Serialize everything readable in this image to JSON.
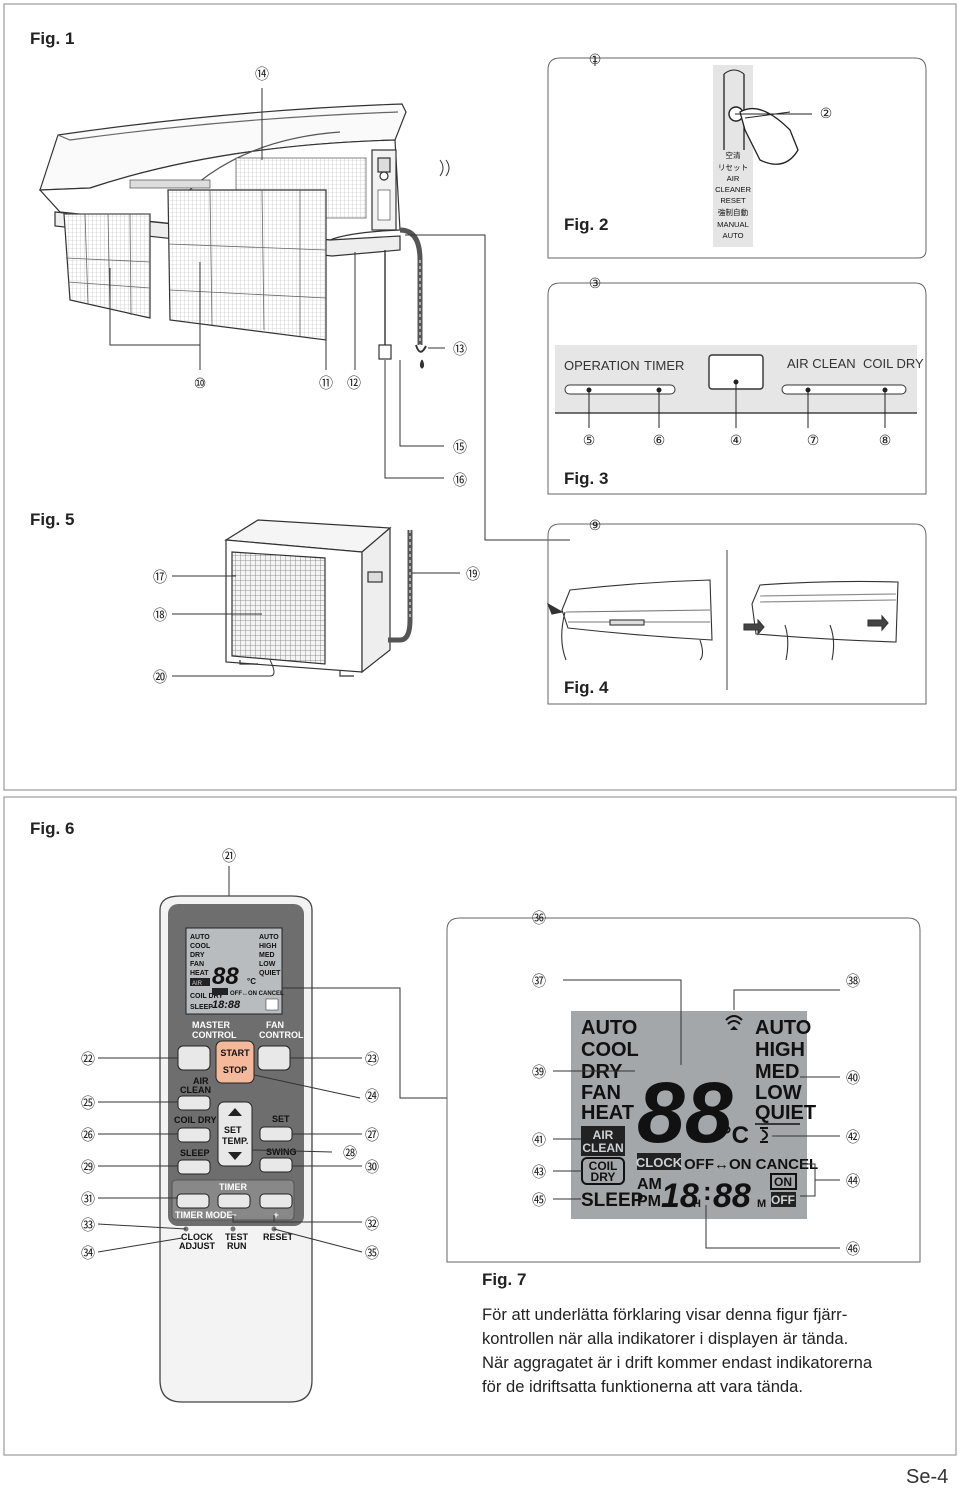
{
  "figures": {
    "fig1": "Fig. 1",
    "fig2": "Fig. 2",
    "fig3": "Fig. 3",
    "fig4": "Fig. 4",
    "fig5": "Fig. 5",
    "fig6": "Fig. 6",
    "fig7": "Fig. 7"
  },
  "callouts": {
    "c1": "①",
    "c2": "②",
    "c3": "③",
    "c4": "④",
    "c5": "⑤",
    "c6": "⑥",
    "c7": "⑦",
    "c8": "⑧",
    "c9": "⑨",
    "c10": "⑩",
    "c11": "⑪",
    "c12": "⑫",
    "c13": "⑬",
    "c14": "⑭",
    "c15": "⑮",
    "c16": "⑯",
    "c17": "⑰",
    "c18": "⑱",
    "c19": "⑲",
    "c20": "⑳",
    "c21": "㉑",
    "c22": "㉒",
    "c23": "㉓",
    "c24": "㉔",
    "c25": "㉕",
    "c26": "㉖",
    "c27": "㉗",
    "c28": "㉘",
    "c29": "㉙",
    "c30": "㉚",
    "c31": "㉛",
    "c32": "㉜",
    "c33": "㉝",
    "c34": "㉞",
    "c35": "㉟",
    "c36": "㊱",
    "c37": "㊲",
    "c38": "㊳",
    "c39": "㊴",
    "c40": "㊵",
    "c41": "㊶",
    "c42": "㊷",
    "c43": "㊸",
    "c44": "㊹",
    "c45": "㊺",
    "c46": "㊻"
  },
  "fig2_label": [
    "空清",
    "リセット",
    "AIR",
    "CLEANER",
    "RESET",
    "強制自動",
    "MANUAL",
    "AUTO"
  ],
  "fig3_panel": {
    "operation": "OPERATION",
    "timer": "TIMER",
    "air_clean": "AIR CLEAN",
    "coil_dry": "COIL DRY"
  },
  "remote": {
    "master_control": [
      "MASTER",
      "CONTROL"
    ],
    "fan_control": [
      "FAN",
      "CONTROL"
    ],
    "start": "START",
    "stop": "STOP",
    "air_clean": [
      "AIR",
      "CLEAN"
    ],
    "coil_dry": "COIL DRY",
    "sleep": "SLEEP",
    "set_temp": [
      "SET",
      "TEMP."
    ],
    "set": "SET",
    "swing": "SWING",
    "timer": "TIMER",
    "minus": "−",
    "plus": "+",
    "timer_mode": "TIMER MODE",
    "clock_adjust": [
      "CLOCK",
      "ADJUST"
    ],
    "test_run": [
      "TEST",
      "RUN"
    ],
    "reset": "RESET"
  },
  "lcd": {
    "modes": [
      "AUTO",
      "COOL",
      "DRY",
      "FAN",
      "HEAT"
    ],
    "fan_speeds": [
      "AUTO",
      "HIGH",
      "MED",
      "LOW",
      "QUIET"
    ],
    "air_clean": [
      "AIR",
      "CLEAN"
    ],
    "coil_dry": [
      "COIL",
      "DRY"
    ],
    "sleep": "SLEEP",
    "temp_digits": "88",
    "celsius": "°C",
    "clock": "CLOCK",
    "off_on_cancel": "OFF↔ON CANCEL",
    "am": "AM",
    "pm": "PM",
    "hour_digits": "18",
    "colon": ":",
    "min_digits": "88",
    "h": "H",
    "m": "M",
    "on": "ON",
    "off": "OFF"
  },
  "caption": [
    "För att underlätta förklaring visar denna figur fjärr-",
    "kontrollen när alla indikatorer i displayen är tända.",
    "När aggragatet är i drift kommer endast indikatorerna",
    "för de idriftsatta funktionerna att vara tända."
  ],
  "page_number": "Se-4"
}
